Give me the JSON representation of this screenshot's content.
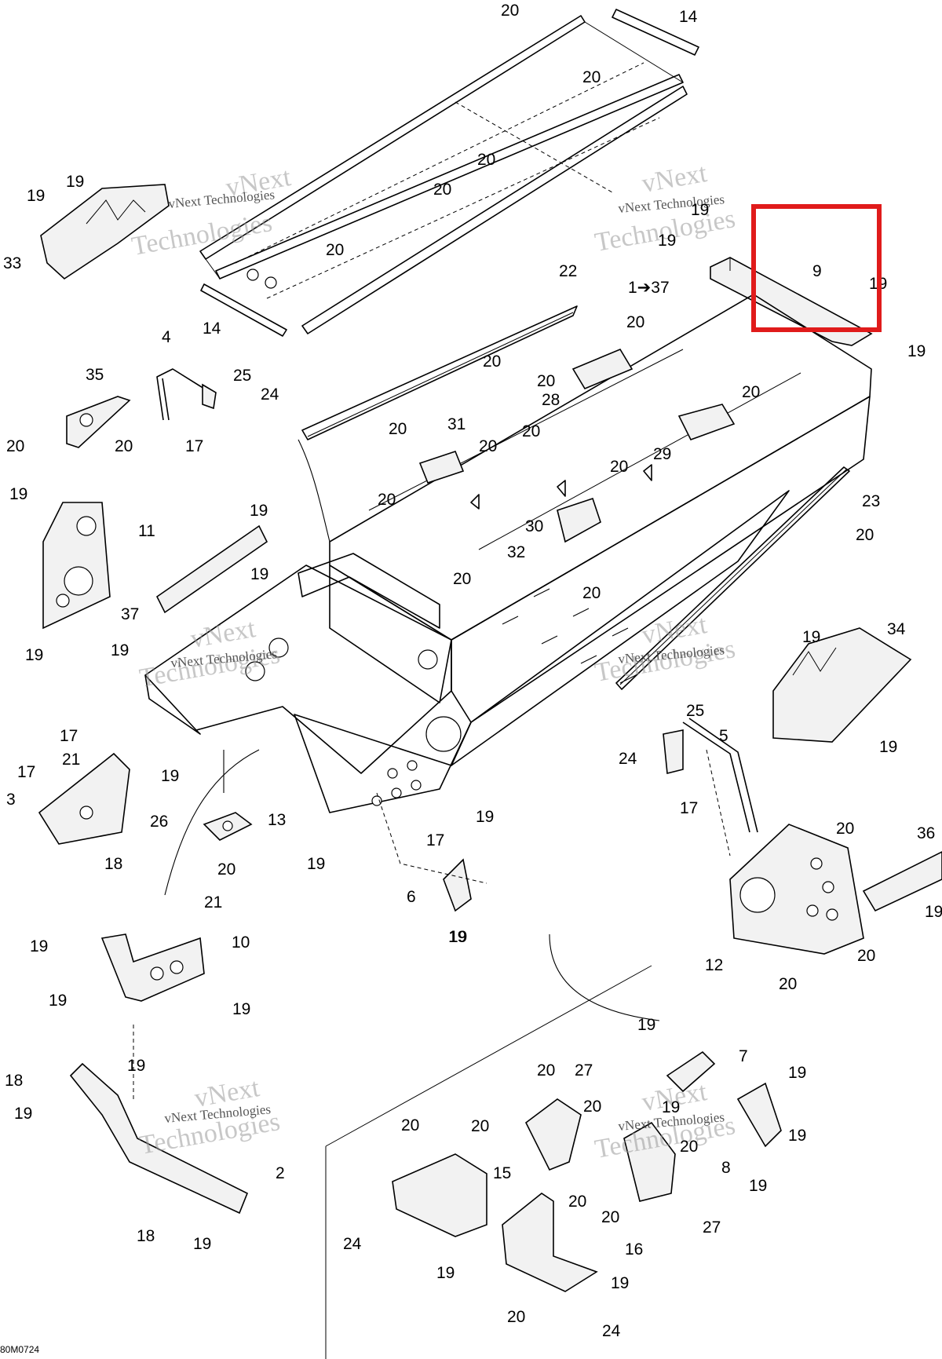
{
  "diagram": {
    "drawing_code": "80M0724",
    "watermark": {
      "brand": "vNext",
      "brand_line": "Technologies",
      "caption": "vNext Technologies"
    },
    "highlight": {
      "part": "9",
      "color": "#e01b1b"
    },
    "callouts": [
      {
        "id": "c-20-top",
        "label": "20"
      },
      {
        "id": "c-14-top",
        "label": "14"
      },
      {
        "id": "c-20-rail-a",
        "label": "20"
      },
      {
        "id": "c-20-rail-b",
        "label": "20"
      },
      {
        "id": "c-20-rail-c",
        "label": "20"
      },
      {
        "id": "c-20-rail-d",
        "label": "20"
      },
      {
        "id": "c-14-bot",
        "label": "14"
      },
      {
        "id": "c-19-a",
        "label": "19"
      },
      {
        "id": "c-19-b",
        "label": "19"
      },
      {
        "id": "c-33",
        "label": "33"
      },
      {
        "id": "c-22",
        "label": "22"
      },
      {
        "id": "c-1-37",
        "label": "1➔37"
      },
      {
        "id": "c-9",
        "label": "9"
      },
      {
        "id": "c-19-c",
        "label": "19"
      },
      {
        "id": "c-19-d",
        "label": "19"
      },
      {
        "id": "c-19-e",
        "label": "19"
      },
      {
        "id": "c-19-f",
        "label": "19"
      },
      {
        "id": "c-4",
        "label": "4"
      },
      {
        "id": "c-25-a",
        "label": "25"
      },
      {
        "id": "c-24-a",
        "label": "24"
      },
      {
        "id": "c-17-a",
        "label": "17"
      },
      {
        "id": "c-35",
        "label": "35"
      },
      {
        "id": "c-20-a",
        "label": "20"
      },
      {
        "id": "c-20-b",
        "label": "20"
      },
      {
        "id": "c-20-c",
        "label": "20"
      },
      {
        "id": "c-20-d",
        "label": "20"
      },
      {
        "id": "c-20-e",
        "label": "20"
      },
      {
        "id": "c-28",
        "label": "28"
      },
      {
        "id": "c-20-f",
        "label": "20"
      },
      {
        "id": "c-20-g",
        "label": "20"
      },
      {
        "id": "c-29",
        "label": "29"
      },
      {
        "id": "c-31",
        "label": "31"
      },
      {
        "id": "c-20-h",
        "label": "20"
      },
      {
        "id": "c-20-i",
        "label": "20"
      },
      {
        "id": "c-20-j",
        "label": "20"
      },
      {
        "id": "c-23",
        "label": "23"
      },
      {
        "id": "c-20-k",
        "label": "20"
      },
      {
        "id": "c-19-g",
        "label": "19"
      },
      {
        "id": "c-11",
        "label": "11"
      },
      {
        "id": "c-19-h",
        "label": "19"
      },
      {
        "id": "c-20-l",
        "label": "20"
      },
      {
        "id": "c-30",
        "label": "30"
      },
      {
        "id": "c-32",
        "label": "32"
      },
      {
        "id": "c-19-i",
        "label": "19"
      },
      {
        "id": "c-19-j",
        "label": "19"
      },
      {
        "id": "c-37",
        "label": "37"
      },
      {
        "id": "c-20-m",
        "label": "20"
      },
      {
        "id": "c-20-n",
        "label": "20"
      },
      {
        "id": "c-19-k",
        "label": "19"
      },
      {
        "id": "c-19-l",
        "label": "19"
      },
      {
        "id": "c-34",
        "label": "34"
      },
      {
        "id": "c-19-m",
        "label": "19"
      },
      {
        "id": "c-19-n",
        "label": "19"
      },
      {
        "id": "c-25-b",
        "label": "25"
      },
      {
        "id": "c-5",
        "label": "5"
      },
      {
        "id": "c-24-b",
        "label": "24"
      },
      {
        "id": "c-17-b",
        "label": "17"
      },
      {
        "id": "c-17-c",
        "label": "17"
      },
      {
        "id": "c-17-d",
        "label": "17"
      },
      {
        "id": "c-21-a",
        "label": "21"
      },
      {
        "id": "c-3",
        "label": "3"
      },
      {
        "id": "c-26",
        "label": "26"
      },
      {
        "id": "c-18-a",
        "label": "18"
      },
      {
        "id": "c-19-o",
        "label": "19"
      },
      {
        "id": "c-13",
        "label": "13"
      },
      {
        "id": "c-20-o",
        "label": "20"
      },
      {
        "id": "c-19-p",
        "label": "19"
      },
      {
        "id": "c-17-e",
        "label": "17"
      },
      {
        "id": "c-19-q",
        "label": "19"
      },
      {
        "id": "c-6",
        "label": "6"
      },
      {
        "id": "c-19-r",
        "label": "19"
      },
      {
        "id": "c-20-p",
        "label": "20"
      },
      {
        "id": "c-36",
        "label": "36"
      },
      {
        "id": "c-19-s",
        "label": "19"
      },
      {
        "id": "c-12",
        "label": "12"
      },
      {
        "id": "c-20-q",
        "label": "20"
      },
      {
        "id": "c-20-r",
        "label": "20"
      },
      {
        "id": "c-21-b",
        "label": "21"
      },
      {
        "id": "c-19-t",
        "label": "19"
      },
      {
        "id": "c-10",
        "label": "10"
      },
      {
        "id": "c-19-u",
        "label": "19"
      },
      {
        "id": "c-19-v",
        "label": "19"
      },
      {
        "id": "c-19-w",
        "label": "19"
      },
      {
        "id": "c-19-x",
        "label": "19"
      },
      {
        "id": "c-7",
        "label": "7"
      },
      {
        "id": "c-20-s",
        "label": "20"
      },
      {
        "id": "c-27-a",
        "label": "27"
      },
      {
        "id": "c-19-y",
        "label": "19"
      },
      {
        "id": "c-20-t",
        "label": "20"
      },
      {
        "id": "c-20-u",
        "label": "20"
      },
      {
        "id": "c-19-z",
        "label": "19"
      },
      {
        "id": "c-19-aa",
        "label": "19"
      },
      {
        "id": "c-18-b",
        "label": "18"
      },
      {
        "id": "c-19-ab",
        "label": "19"
      },
      {
        "id": "c-2",
        "label": "2"
      },
      {
        "id": "c-20-v",
        "label": "20"
      },
      {
        "id": "c-20-w",
        "label": "20"
      },
      {
        "id": "c-15",
        "label": "15"
      },
      {
        "id": "c-8",
        "label": "8"
      },
      {
        "id": "c-19-ac",
        "label": "19"
      },
      {
        "id": "c-20-x",
        "label": "20"
      },
      {
        "id": "c-20-y",
        "label": "20"
      },
      {
        "id": "c-27-b",
        "label": "27"
      },
      {
        "id": "c-18-c",
        "label": "18"
      },
      {
        "id": "c-19-ad",
        "label": "19"
      },
      {
        "id": "c-24-c",
        "label": "24"
      },
      {
        "id": "c-19-ae",
        "label": "19"
      },
      {
        "id": "c-16",
        "label": "16"
      },
      {
        "id": "c-19-af",
        "label": "19"
      },
      {
        "id": "c-20-z",
        "label": "20"
      },
      {
        "id": "c-24-d",
        "label": "24"
      }
    ]
  }
}
